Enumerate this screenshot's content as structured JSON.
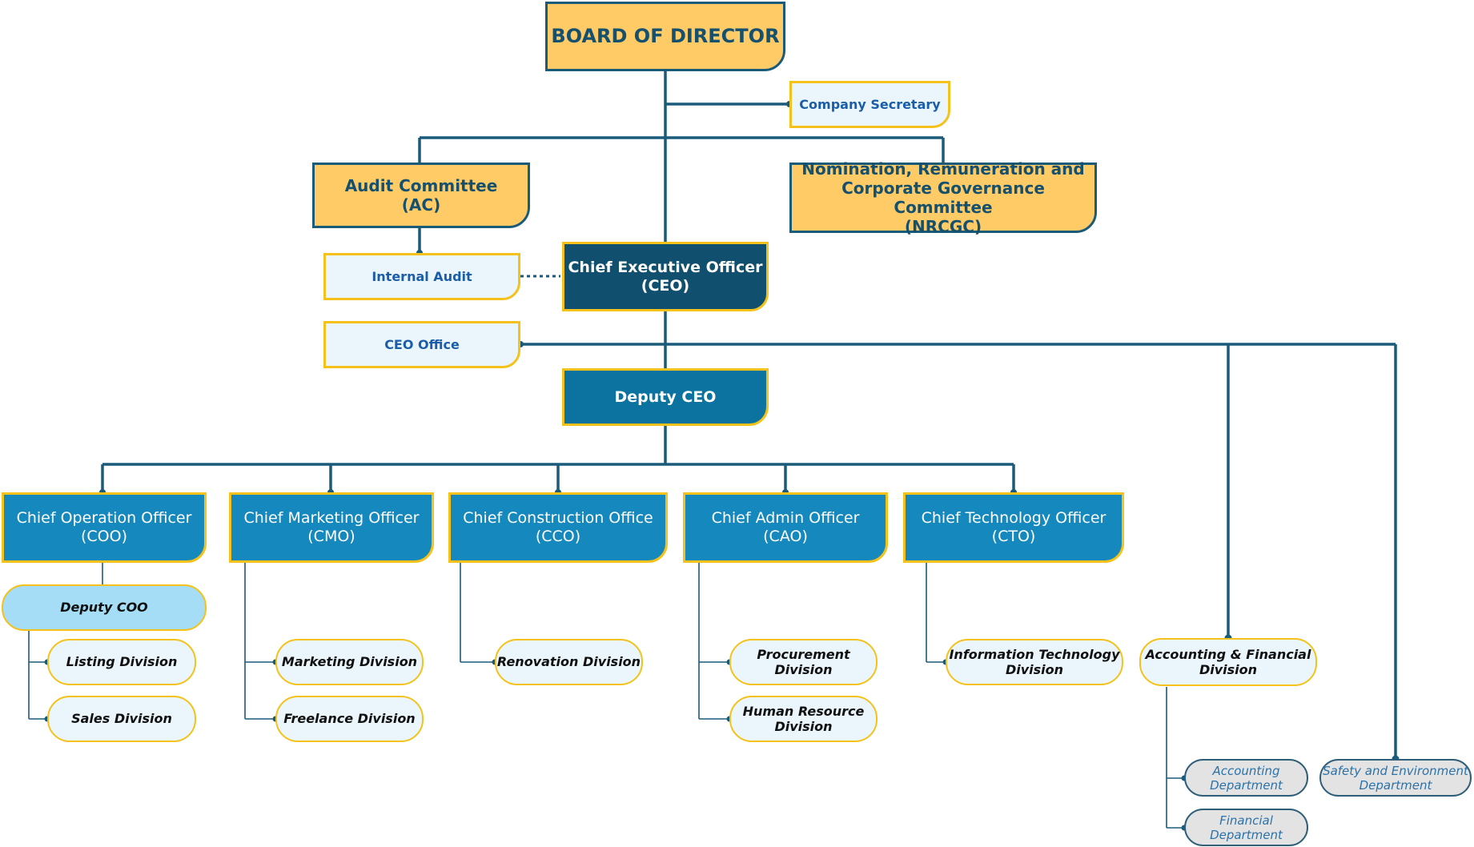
{
  "colors": {
    "line": "#1B5B7A",
    "gold_fill": "#FFCB66",
    "yellow_border": "#F4C21A",
    "dark_fill": "#10506E",
    "blue_fill": "#1588BE",
    "light_fill": "#EAF6FC",
    "grey_fill": "#E3E3E3"
  },
  "nodes": {
    "board": "BOARD OF DIRECTOR",
    "company_secretary": "Company Secretary",
    "audit_committee": "Audit Committee\n(AC)",
    "nrcgc": "Nomination, Remuneration and\nCorporate Governance Committee\n(NRCGC)",
    "internal_audit": "Internal Audit",
    "ceo": "Chief Executive Officer\n(CEO)",
    "ceo_office": "CEO Office",
    "deputy_ceo": "Deputy CEO",
    "coo": "Chief Operation Officer\n(COO)",
    "cmo": "Chief Marketing Officer\n(CMO)",
    "cco": "Chief Construction Office\n(CCO)",
    "cao": "Chief Admin Officer\n(CAO)",
    "cto": "Chief Technology Officer\n(CTO)",
    "deputy_coo": "Deputy COO",
    "listing_division": "Listing Division",
    "sales_division": "Sales Division",
    "marketing_division": "Marketing Division",
    "freelance_division": "Freelance Division",
    "renovation_division": "Renovation Division",
    "procurement_division": "Procurement\nDivision",
    "hr_division": "Human Resource\nDivision",
    "it_division": "Information Technology\nDivision",
    "accounting_financial_division": "Accounting & Financial\nDivision",
    "accounting_department": "Accounting\nDepartment",
    "financial_department": "Financial\nDepartment",
    "safety_environment_department": "Safety and Environment\nDepartment"
  }
}
